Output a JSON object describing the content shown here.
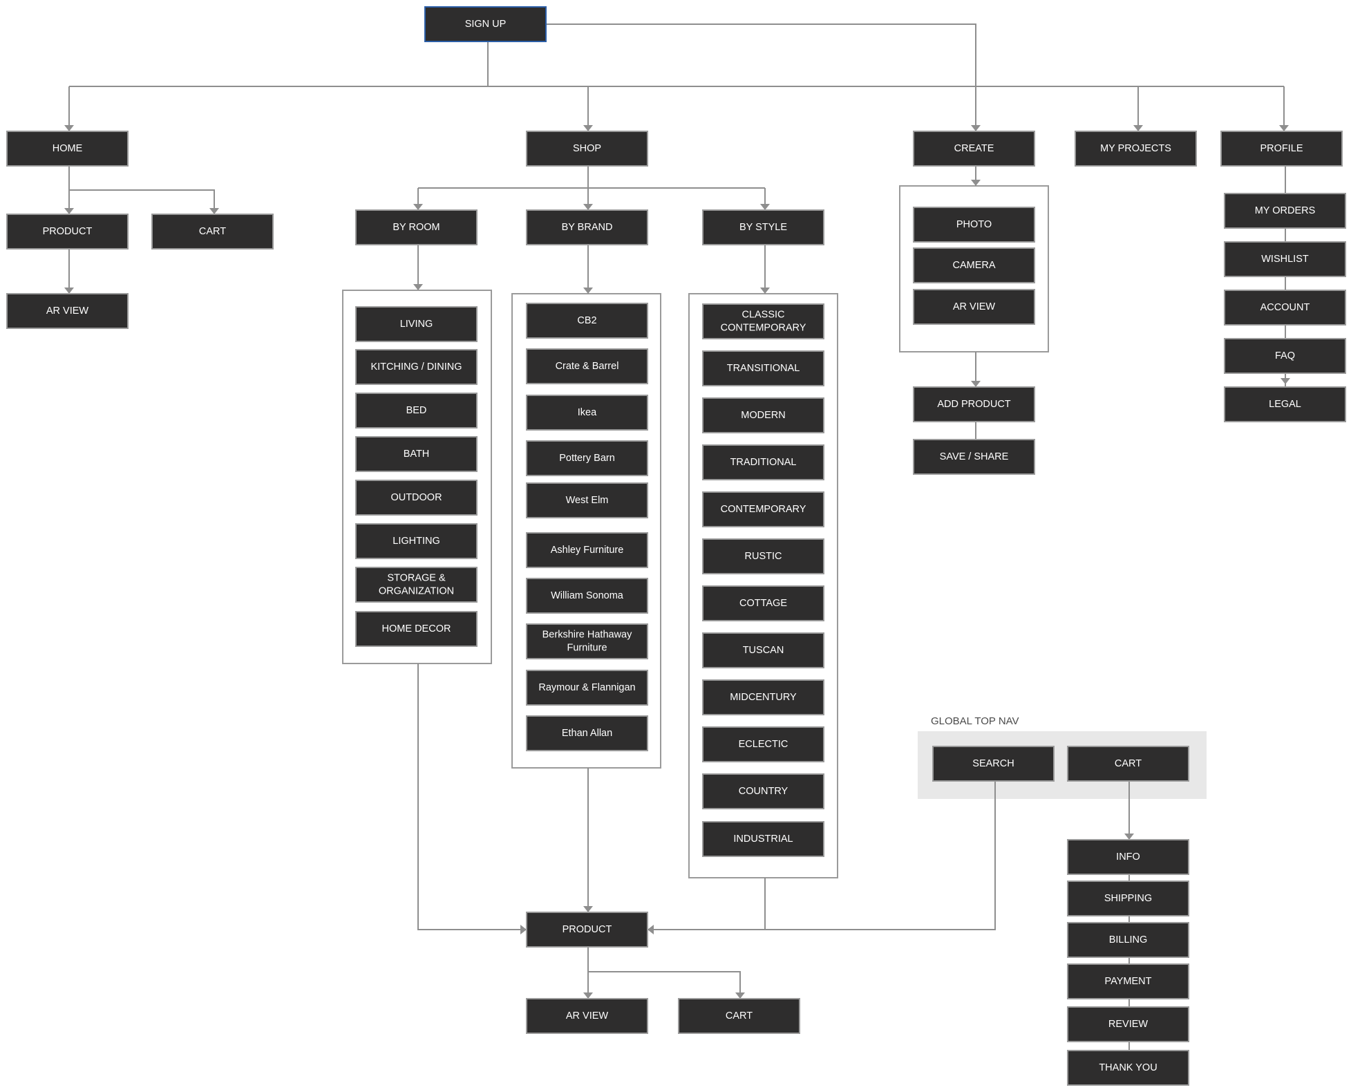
{
  "nodes": {
    "signup": "SIGN UP",
    "home": "HOME",
    "shop": "SHOP",
    "create": "CREATE",
    "my_projects": "MY PROJECTS",
    "profile": "PROFILE",
    "home_product": "PRODUCT",
    "home_cart": "CART",
    "home_ar_view": "AR VIEW",
    "by_room": "BY ROOM",
    "by_brand": "BY BRAND",
    "by_style": "BY STYLE",
    "product": "PRODUCT",
    "product_ar_view": "AR VIEW",
    "product_cart": "CART",
    "add_product": "ADD PRODUCT",
    "save_share": "SAVE / SHARE",
    "search": "SEARCH",
    "nav_cart": "CART"
  },
  "global_nav_label": "GLOBAL TOP NAV",
  "rooms": [
    "LIVING",
    "KITCHING / DINING",
    "BED",
    "BATH",
    "OUTDOOR",
    "LIGHTING",
    "STORAGE &\nORGANIZATION",
    "HOME DECOR"
  ],
  "brands": [
    "CB2",
    "Crate & Barrel",
    "Ikea",
    "Pottery Barn",
    "West Elm",
    "Ashley Furniture",
    "William Sonoma",
    "Berkshire Hathaway\nFurniture",
    "Raymour & Flannigan",
    "Ethan Allan"
  ],
  "styles": [
    "CLASSIC\nCONTEMPORARY",
    "TRANSITIONAL",
    "MODERN",
    "TRADITIONAL",
    "CONTEMPORARY",
    "RUSTIC",
    "COTTAGE",
    "TUSCAN",
    "MIDCENTURY",
    "ECLECTIC",
    "COUNTRY",
    "INDUSTRIAL"
  ],
  "create_items": [
    "PHOTO",
    "CAMERA",
    "AR VIEW"
  ],
  "profile_items": [
    "MY ORDERS",
    "WISHLIST",
    "ACCOUNT",
    "FAQ",
    "LEGAL"
  ],
  "checkout_steps": [
    "INFO",
    "SHIPPING",
    "BILLING",
    "PAYMENT",
    "REVIEW",
    "THANK YOU"
  ],
  "colors": {
    "node_fill": "#2e2d2d",
    "node_border": "#9a9a9a",
    "connector": "#8e8e8e",
    "nav_background": "#e8e8e8",
    "highlight_border": "#2b5ea7"
  }
}
